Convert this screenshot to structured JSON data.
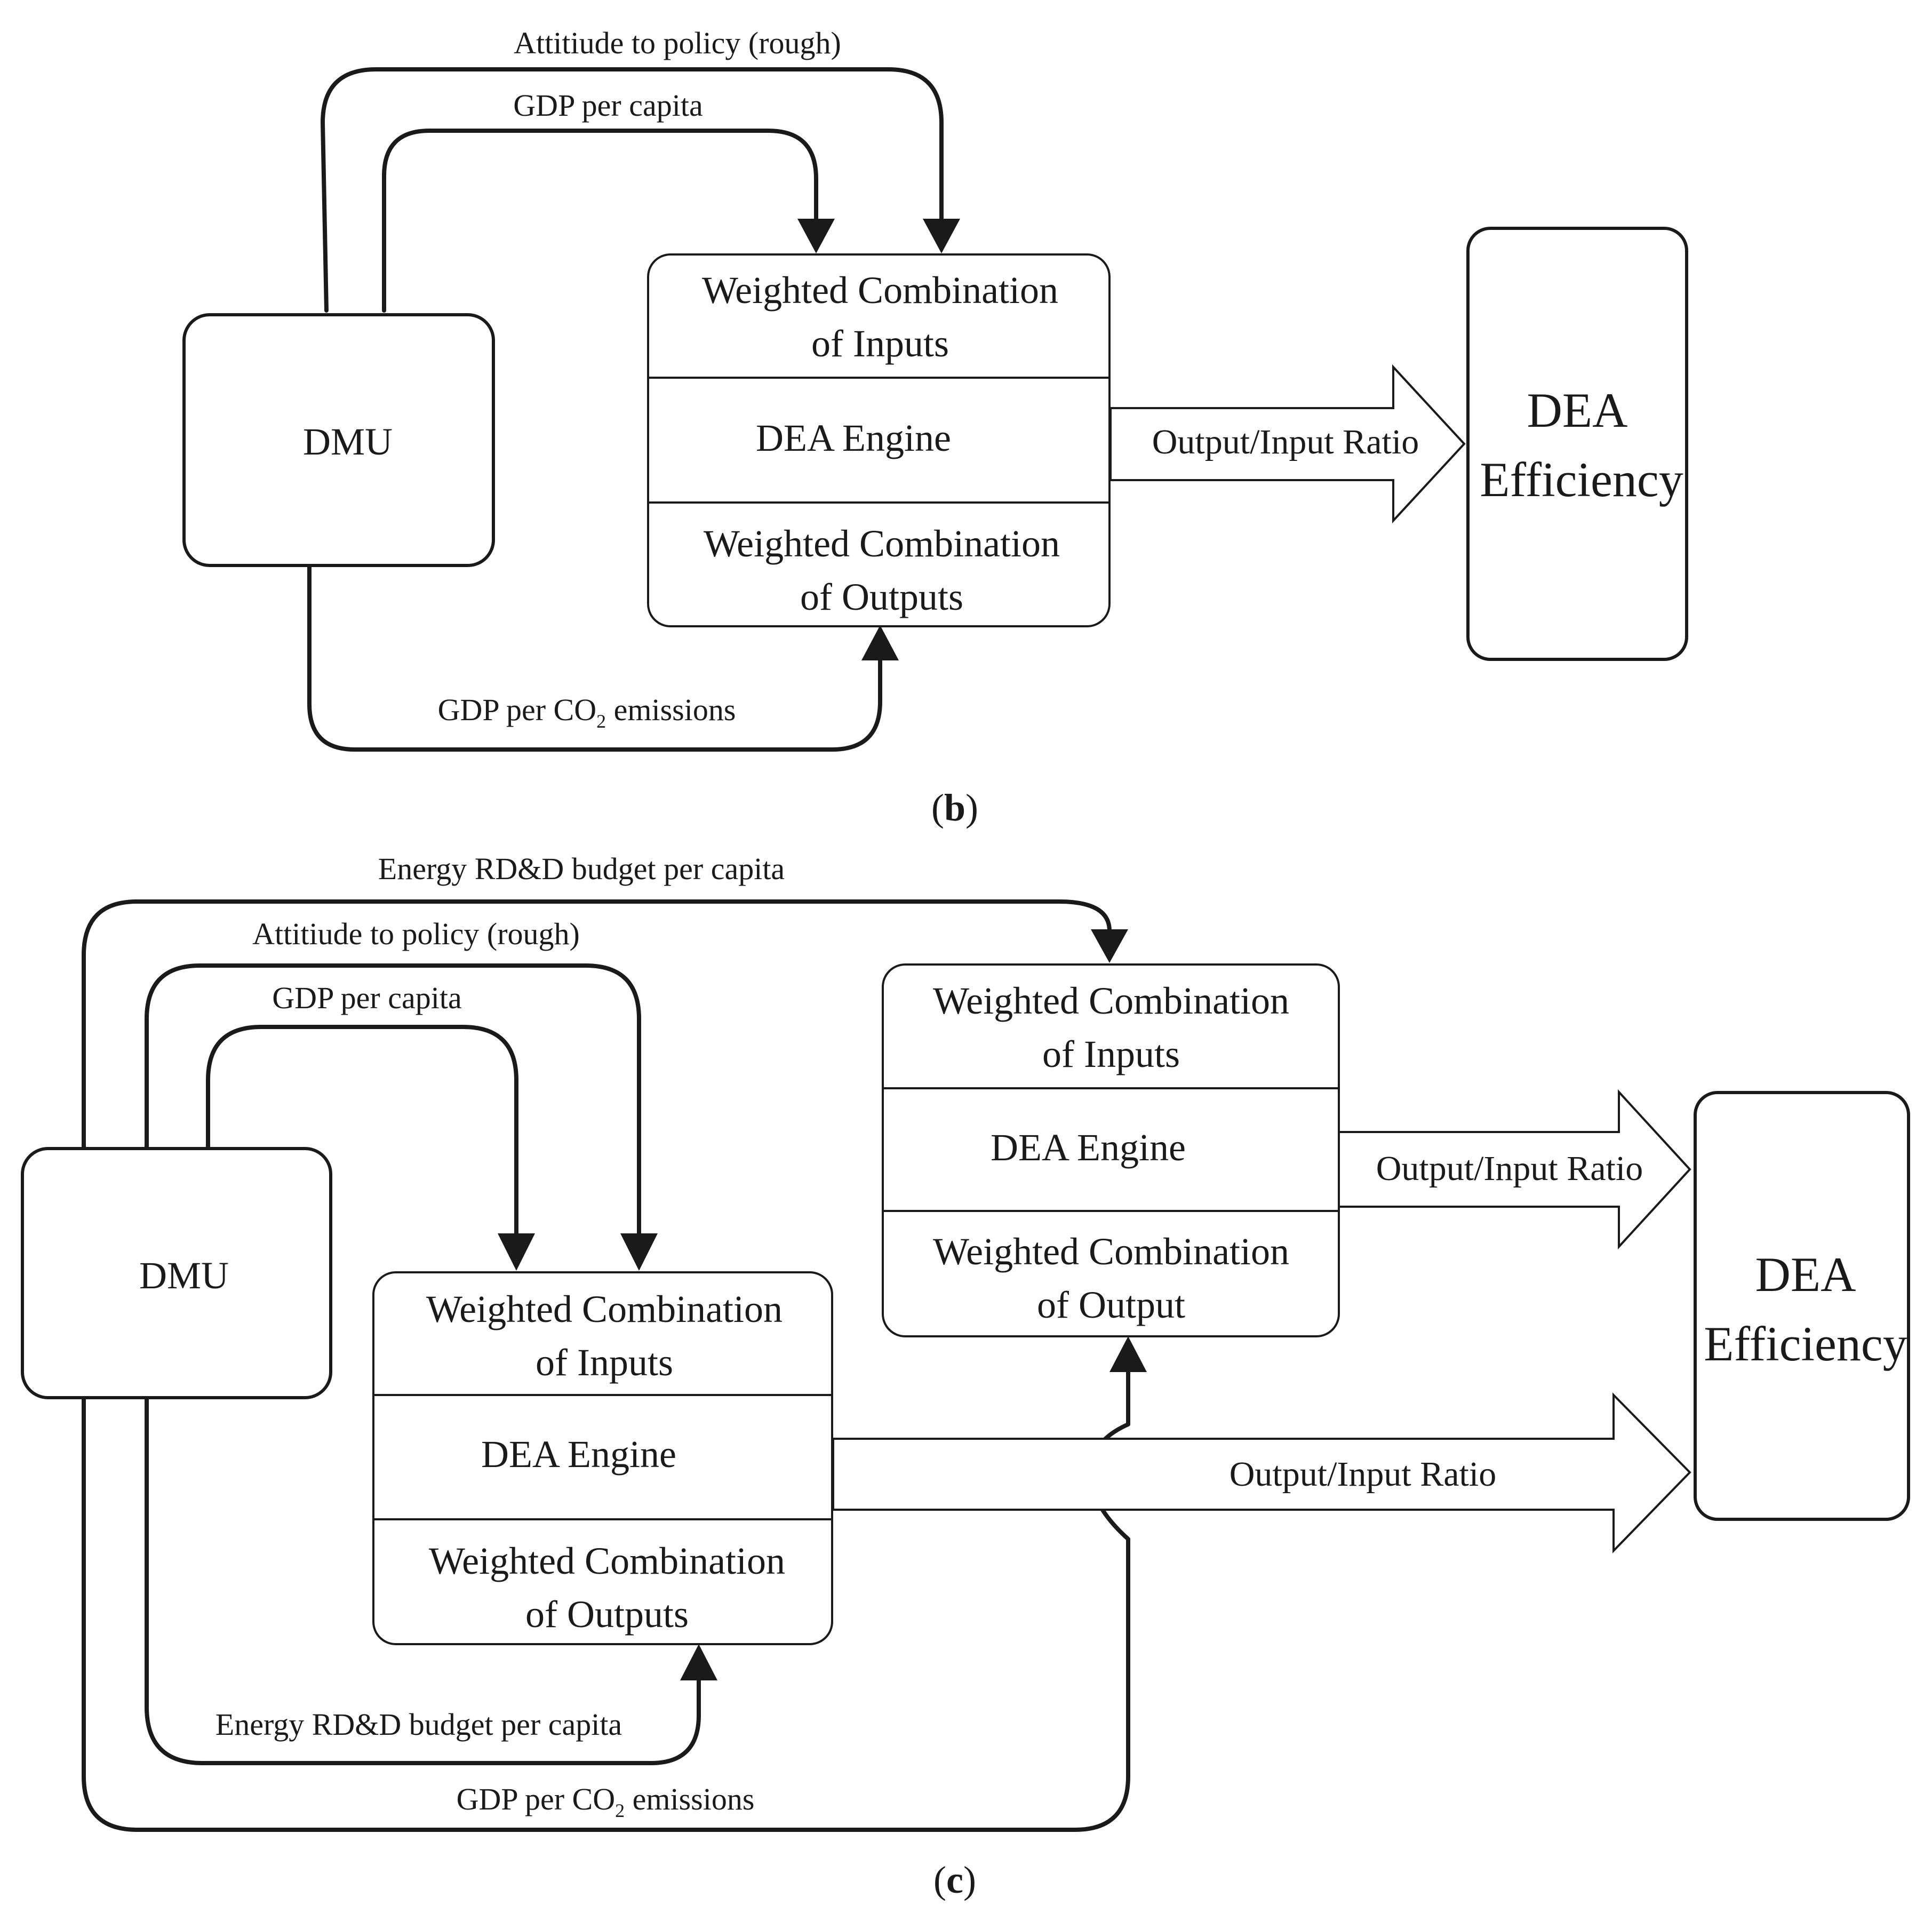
{
  "panel_b": {
    "caption_open": "(",
    "caption_letter": "b",
    "caption_close": ")",
    "dmu": "DMU",
    "engine_top_line1": "Weighted Combination",
    "engine_top_line2": "of Inputs",
    "engine_mid": "DEA Engine",
    "engine_bottom_line1": "Weighted Combination",
    "engine_bottom_line2": "of Outputs",
    "arrow_label": "Output/Input Ratio",
    "result_line1": "DEA",
    "result_line2": "Efficiency",
    "input_1": "Attitiude to policy (rough)",
    "input_2": "GDP per capita",
    "output_1_pre": "GDP per CO",
    "output_1_sub": "2",
    "output_1_post": " emissions"
  },
  "panel_c": {
    "caption_open": "(",
    "caption_letter": "c",
    "caption_close": ")",
    "dmu": "DMU",
    "engine1_top_line1": "Weighted Combination",
    "engine1_top_line2": "of Inputs",
    "engine1_mid": "DEA Engine",
    "engine1_bottom_line1": "Weighted Combination",
    "engine1_bottom_line2": "of Outputs",
    "engine2_top_line1": "Weighted Combination",
    "engine2_top_line2": "of Inputs",
    "engine2_mid": "DEA Engine",
    "engine2_bottom_line1": "Weighted Combination",
    "engine2_bottom_line2": "of Output",
    "arrow1_label": "Output/Input Ratio",
    "arrow2_label": "Output/Input Ratio",
    "result_line1": "DEA",
    "result_line2": "Efficiency",
    "input_top": "Energy RD&D budget per capita",
    "input_attitude": "Attitiude to policy (rough)",
    "input_gdp": "GDP per capita",
    "output_energy": "Energy RD&D budget per capita",
    "output_gdp_co2_pre": "GDP per CO",
    "output_gdp_co2_sub": "2",
    "output_gdp_co2_post": " emissions"
  }
}
